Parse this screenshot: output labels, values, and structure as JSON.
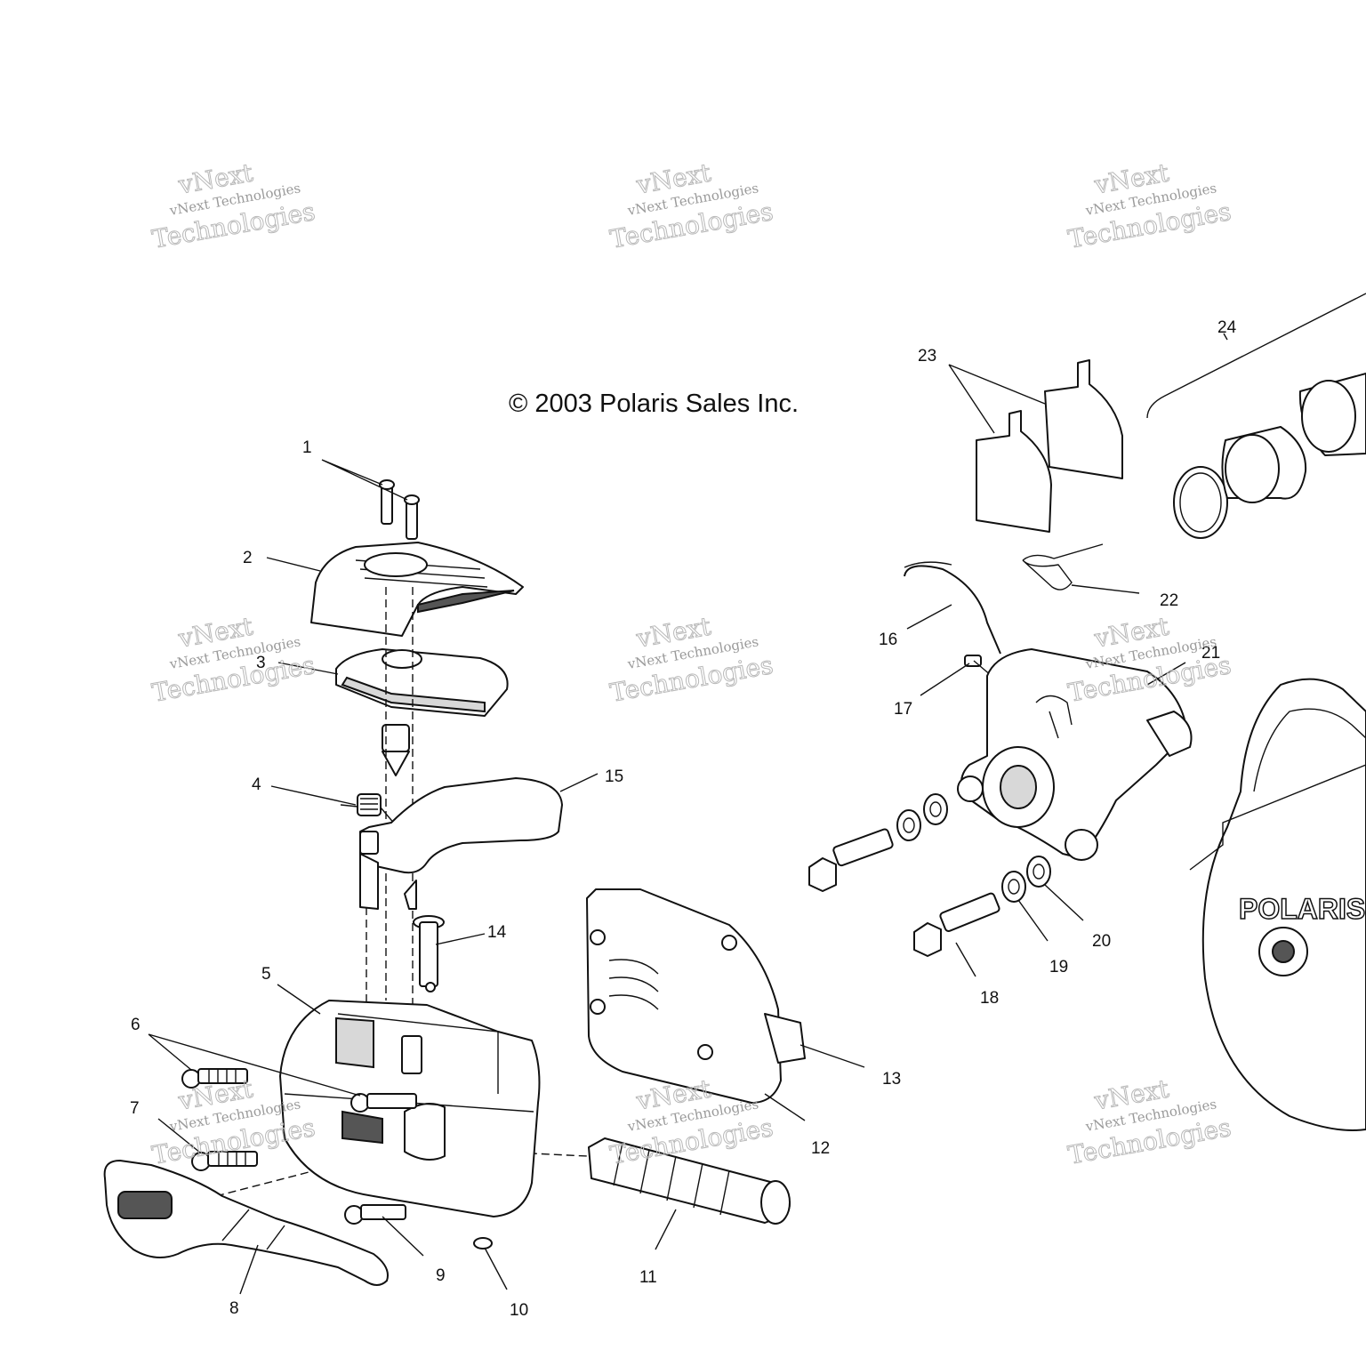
{
  "copyright": "© 2003 Polaris Sales Inc.",
  "watermark": {
    "line1": "vNext Technologies",
    "line2": "vNext",
    "line3": "Technologies"
  },
  "brand_text": "POLARIS",
  "callouts": {
    "c1": "1",
    "c2": "2",
    "c3": "3",
    "c4": "4",
    "c5": "5",
    "c6": "6",
    "c7": "7",
    "c8": "8",
    "c9": "9",
    "c10": "10",
    "c11": "11",
    "c12": "12",
    "c13": "13",
    "c14": "14",
    "c15": "15",
    "c16": "16",
    "c17": "17",
    "c18": "18",
    "c19": "19",
    "c20": "20",
    "c21": "21",
    "c22": "22",
    "c23": "23",
    "c24": "24"
  },
  "colors": {
    "line": "#111111",
    "background": "#ffffff",
    "watermark": "#9a9a9a"
  }
}
